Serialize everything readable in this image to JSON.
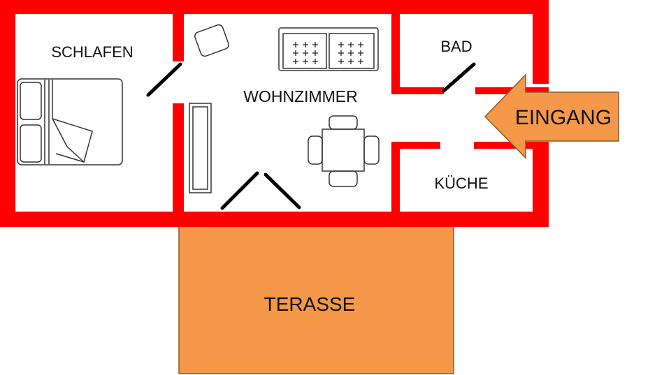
{
  "rooms": {
    "schlafen": "SCHLAFEN",
    "wohnzimmer": "WOHNZIMMER",
    "bad": "BAD",
    "kueche": "KÜCHE",
    "terasse": "TERASSE"
  },
  "entrance": "EINGANG",
  "colors": {
    "wall": "#ff0000",
    "terrace": "#f5984a",
    "arrow": "#f5984a",
    "furniture": "#333333",
    "door": "#000000"
  }
}
